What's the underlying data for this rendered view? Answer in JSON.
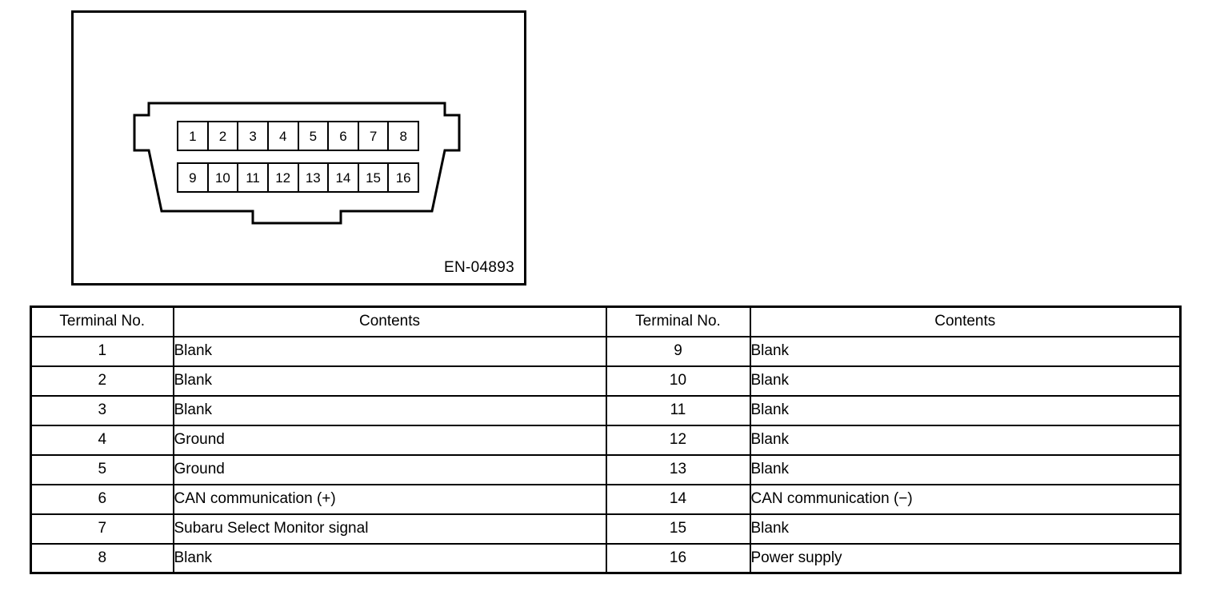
{
  "figure": {
    "reference_code": "EN-04893",
    "connector_name": "data-link-connector",
    "pin_rows": [
      [
        "1",
        "2",
        "3",
        "4",
        "5",
        "6",
        "7",
        "8"
      ],
      [
        "9",
        "10",
        "11",
        "12",
        "13",
        "14",
        "15",
        "16"
      ]
    ]
  },
  "table": {
    "headers": {
      "terminal_no": "Terminal No.",
      "contents": "Contents"
    },
    "left_rows": [
      {
        "terminal": "1",
        "contents": "Blank"
      },
      {
        "terminal": "2",
        "contents": "Blank"
      },
      {
        "terminal": "3",
        "contents": "Blank"
      },
      {
        "terminal": "4",
        "contents": "Ground"
      },
      {
        "terminal": "5",
        "contents": "Ground"
      },
      {
        "terminal": "6",
        "contents": "CAN communication (+)"
      },
      {
        "terminal": "7",
        "contents": "Subaru Select Monitor signal"
      },
      {
        "terminal": "8",
        "contents": "Blank"
      }
    ],
    "right_rows": [
      {
        "terminal": "9",
        "contents": "Blank"
      },
      {
        "terminal": "10",
        "contents": "Blank"
      },
      {
        "terminal": "11",
        "contents": "Blank"
      },
      {
        "terminal": "12",
        "contents": "Blank"
      },
      {
        "terminal": "13",
        "contents": "Blank"
      },
      {
        "terminal": "14",
        "contents": "CAN communication (−)"
      },
      {
        "terminal": "15",
        "contents": "Blank"
      },
      {
        "terminal": "16",
        "contents": "Power supply"
      }
    ]
  },
  "colors": {
    "line": "#000000",
    "background": "#ffffff"
  }
}
